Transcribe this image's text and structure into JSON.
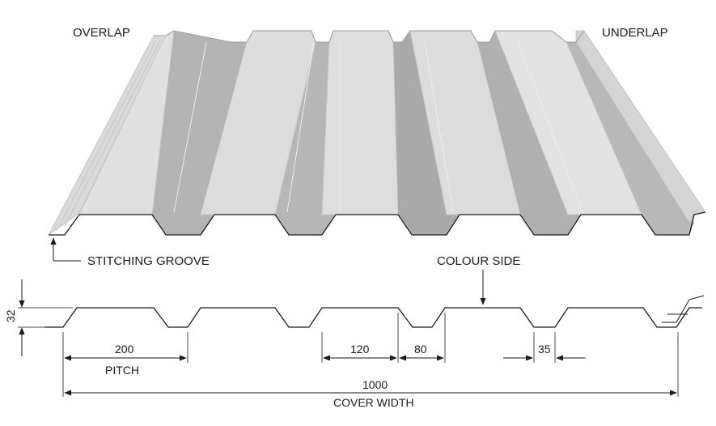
{
  "labels": {
    "overlap": "OVERLAP",
    "underlap": "UNDERLAP",
    "stitching_groove": "STITCHING GROOVE",
    "colour_side": "COLOUR SIDE"
  },
  "dimensions": {
    "height": "32",
    "pitch_value": "200",
    "pitch_label": "PITCH",
    "crest_width": "120",
    "valley_top": "80",
    "valley_bottom": "35",
    "cover_width_value": "1000",
    "cover_width_label": "COVER WIDTH"
  },
  "colors": {
    "sheet_light": "#dedede",
    "sheet_mid": "#c4c4c4",
    "sheet_dark": "#a9a9a9",
    "line": "#1a1a1a"
  }
}
